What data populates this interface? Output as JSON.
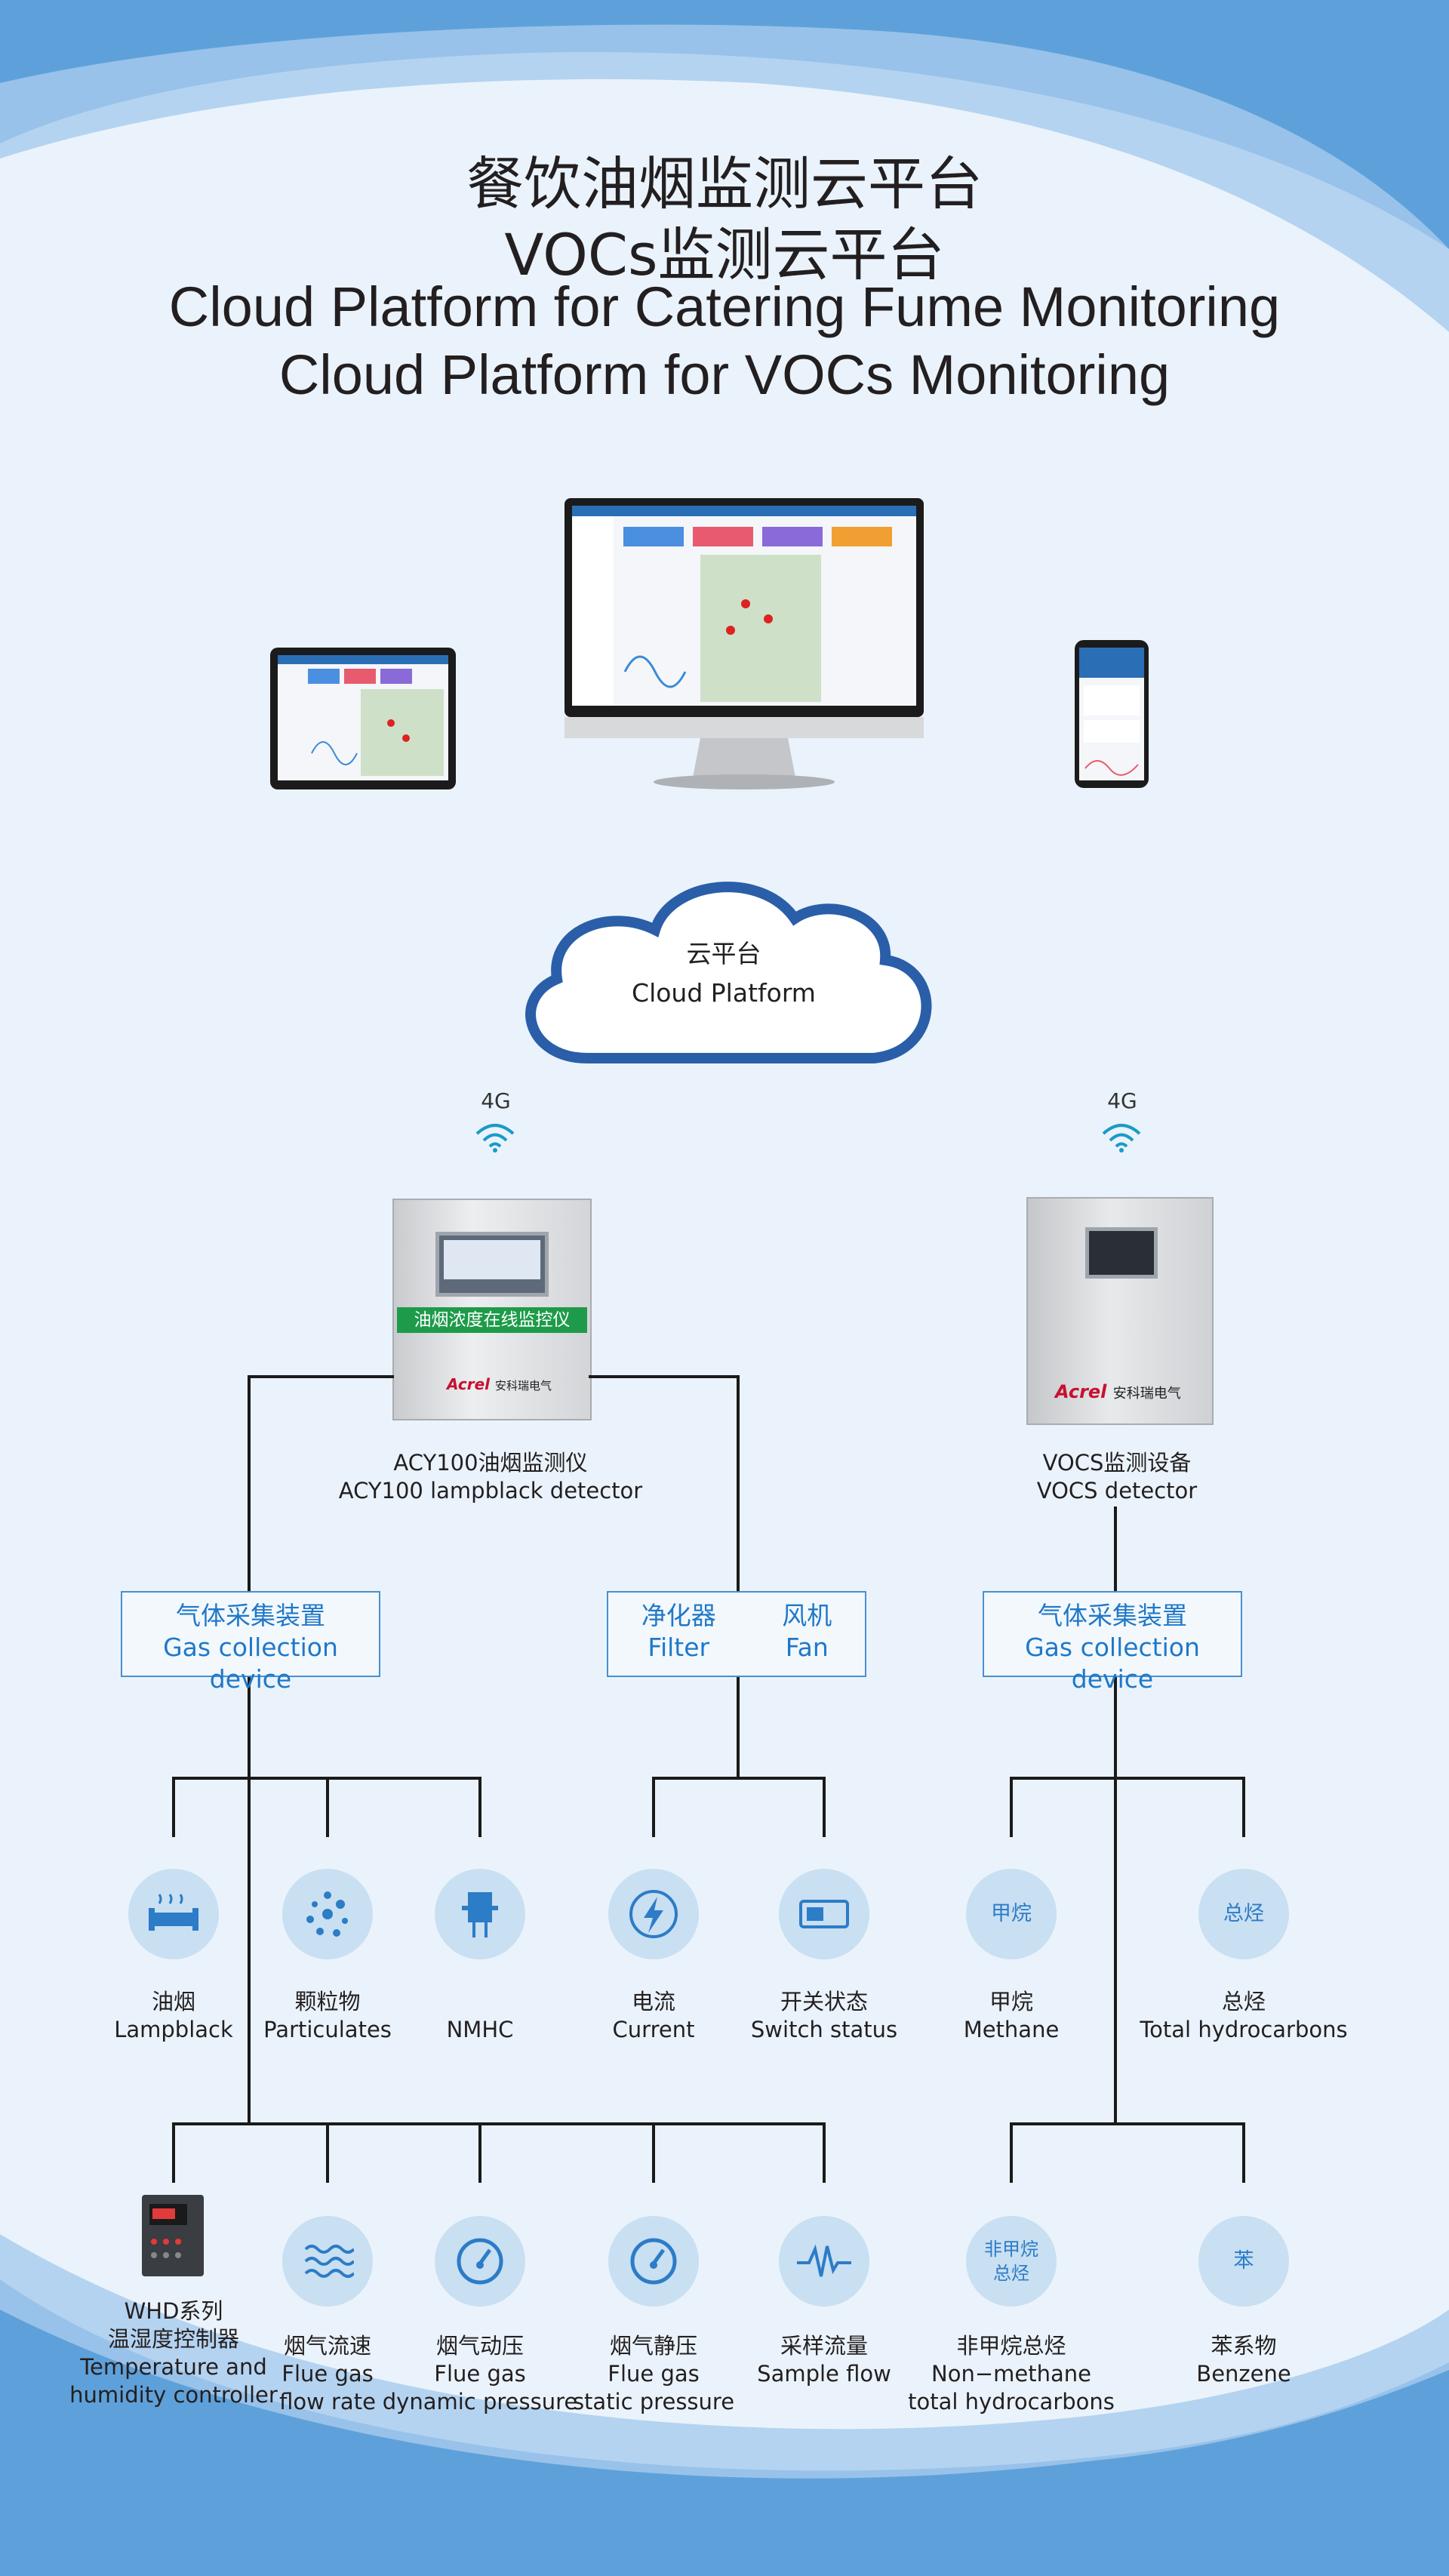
{
  "title": {
    "line1": "餐饮油烟监测云平台",
    "line2": "VOCs监测云平台",
    "line3": "Cloud Platform for Catering Fume Monitoring",
    "line4": "Cloud Platform for VOCs Monitoring"
  },
  "cloud": {
    "zh": "云平台",
    "en": "Cloud Platform"
  },
  "network": {
    "left": "4G",
    "right": "4G"
  },
  "devices": {
    "acy100": {
      "panel_text": "油烟浓度在线监控仪",
      "brand": "Acrel",
      "brand_zh": "安科瑞电气",
      "zh": "ACY100油烟监测仪",
      "en": "ACY100 lampblack detector"
    },
    "vocs": {
      "brand": "Acrel",
      "brand_zh": "安科瑞电气",
      "zh": "VOCS监测设备",
      "en": "VOCS detector"
    }
  },
  "boxes": {
    "gas_left": {
      "zh": "气体采集装置",
      "en": "Gas collection device"
    },
    "filter_fan": {
      "zh1": "净化器",
      "en1": "Filter",
      "zh2": "风机",
      "en2": "Fan"
    },
    "gas_right": {
      "zh": "气体采集装置",
      "en": "Gas collection device"
    }
  },
  "params_row1": [
    {
      "zh": "油烟",
      "en": "Lampblack",
      "icon": "pipe-steam-icon"
    },
    {
      "zh": "颗粒物",
      "en": "Particulates",
      "icon": "particles-icon"
    },
    {
      "zh": "",
      "en": "NMHC",
      "icon": "sensor-chip-icon"
    },
    {
      "zh": "电流",
      "en": "Current",
      "icon": "lightning-icon"
    },
    {
      "zh": "开关状态",
      "en": "Switch status",
      "icon": "switch-icon"
    },
    {
      "zh": "甲烷",
      "en": "Methane",
      "circle_text": "甲烷"
    },
    {
      "zh": "总烃",
      "en": "Total hydrocarbons",
      "circle_text": "总烃"
    }
  ],
  "params_row2": [
    {
      "lines": [
        "WHD系列",
        "温湿度控制器",
        "Temperature and",
        "humidity controller"
      ],
      "icon": "controller-device-icon"
    },
    {
      "lines": [
        "烟气流速",
        "Flue gas",
        "flow rate"
      ],
      "icon": "waves-icon"
    },
    {
      "lines": [
        "烟气动压",
        "Flue gas",
        "dynamic pressure"
      ],
      "icon": "gauge-icon"
    },
    {
      "lines": [
        "烟气静压",
        "Flue gas",
        "static pressure"
      ],
      "icon": "gauge-icon"
    },
    {
      "lines": [
        "采样流量",
        "Sample flow"
      ],
      "icon": "pulse-icon"
    },
    {
      "lines": [
        "非甲烷总烃",
        "Non−methane",
        "total hydrocarbons"
      ],
      "circle_text": "非甲烷\n总烃"
    },
    {
      "lines": [
        "苯系物",
        "Benzene"
      ],
      "circle_text": "苯"
    }
  ],
  "colors": {
    "accent": "#1f78c8",
    "circle": "#c9dff2",
    "panel_green": "#1e9b4a",
    "line": "#1a1a1a"
  }
}
